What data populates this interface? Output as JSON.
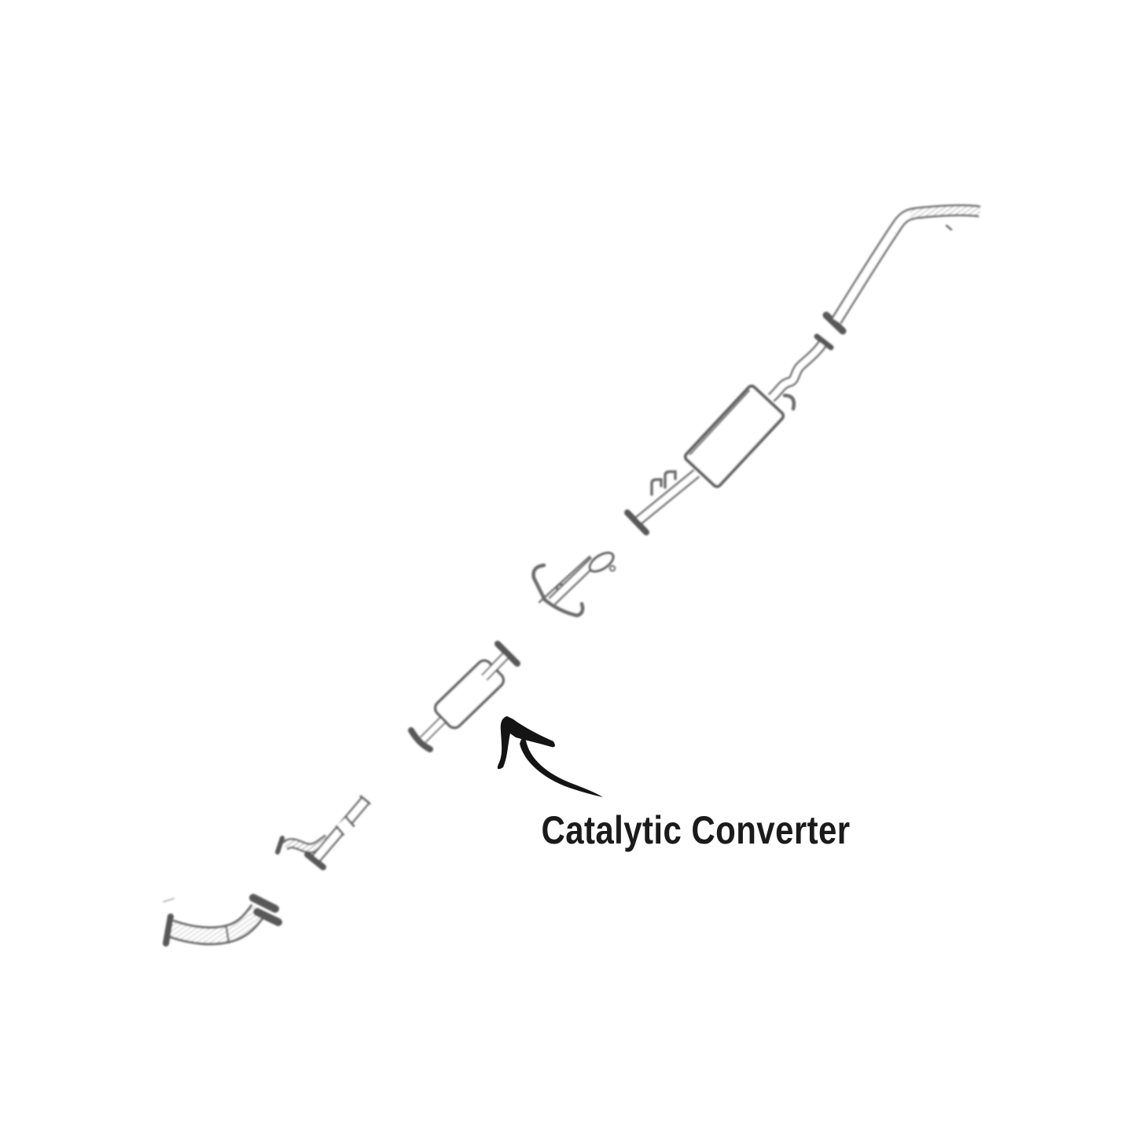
{
  "annotation": {
    "label": "Catalytic Converter",
    "arrow": "curved-arrow-pointing-up-left"
  },
  "diagram": {
    "type": "exploded-parts-line-drawing",
    "subject": "vehicle exhaust system laid out diagonally from lower-left to upper-right",
    "parts": [
      {
        "id": "front-downpipe",
        "name": "front downpipe with inlet flange and twin outlet flanges"
      },
      {
        "id": "flex-pipe",
        "name": "braided flex pipe section with clamp and flange"
      },
      {
        "id": "catalytic-converter",
        "name": "catalytic converter with inlet/outlet flanges",
        "highlighted": true
      },
      {
        "id": "hanger-bracket-pipe",
        "name": "connector pipe with oval flange and hanger bracket"
      },
      {
        "id": "muffler-inlet-pipe",
        "name": "muffler inlet pipe with flange and two hanger hooks"
      },
      {
        "id": "muffler",
        "name": "muffler body with hanger hook and S-bend outlet"
      },
      {
        "id": "tailpipe",
        "name": "tailpipe with collar, bend and hatched tip"
      }
    ],
    "colors": {
      "line": "#666666",
      "flange": "#585858",
      "ink": "#141414",
      "background": "#ffffff"
    }
  }
}
